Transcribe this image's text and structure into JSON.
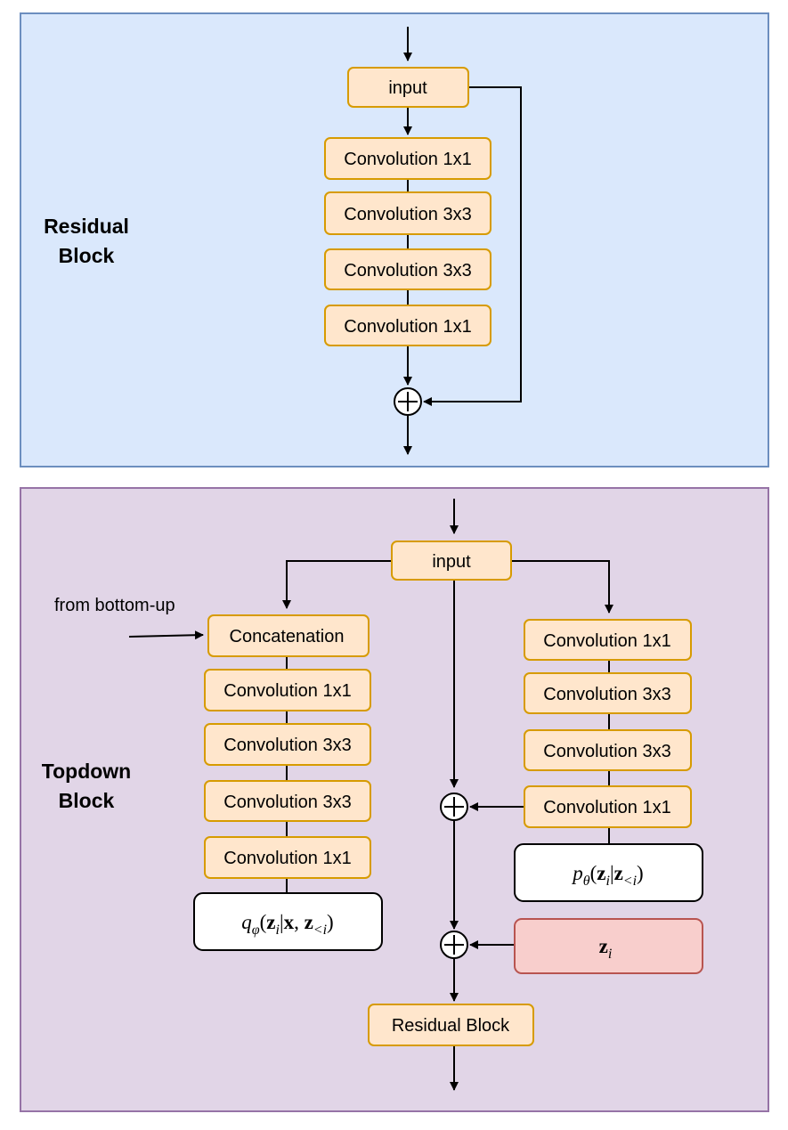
{
  "residual": {
    "title_line1": "Residual",
    "title_line2": "Block",
    "input": "input",
    "conv1": "Convolution 1x1",
    "conv2": "Convolution 3x3",
    "conv3": "Convolution 3x3",
    "conv4": "Convolution 1x1"
  },
  "topdown": {
    "title_line1": "Topdown",
    "title_line2": "Block",
    "input": "input",
    "from_label": "from bottom-up",
    "left": {
      "concat": "Concatenation",
      "conv1": "Convolution 1x1",
      "conv2": "Convolution 3x3",
      "conv3": "Convolution 3x3",
      "conv4": "Convolution 1x1",
      "q_func": "q",
      "q_sub": "φ",
      "q_args_a": "(",
      "q_z": "z",
      "q_zi": "i",
      "q_bar": "|",
      "q_x": "x",
      "q_comma": ", ",
      "q_z2": "z",
      "q_lti": "<i",
      "q_close": ")"
    },
    "right": {
      "conv1": "Convolution 1x1",
      "conv2": "Convolution 3x3",
      "conv3": "Convolution 3x3",
      "conv4": "Convolution 1x1",
      "p_func": "p",
      "p_sub": "θ",
      "p_open": "(",
      "p_z": "z",
      "p_zi": "i",
      "p_bar": "|",
      "p_z2": "z",
      "p_lti": "<i",
      "p_close": ")",
      "zi_z": "z",
      "zi_i": "i"
    },
    "residual_block": "Residual Block"
  }
}
